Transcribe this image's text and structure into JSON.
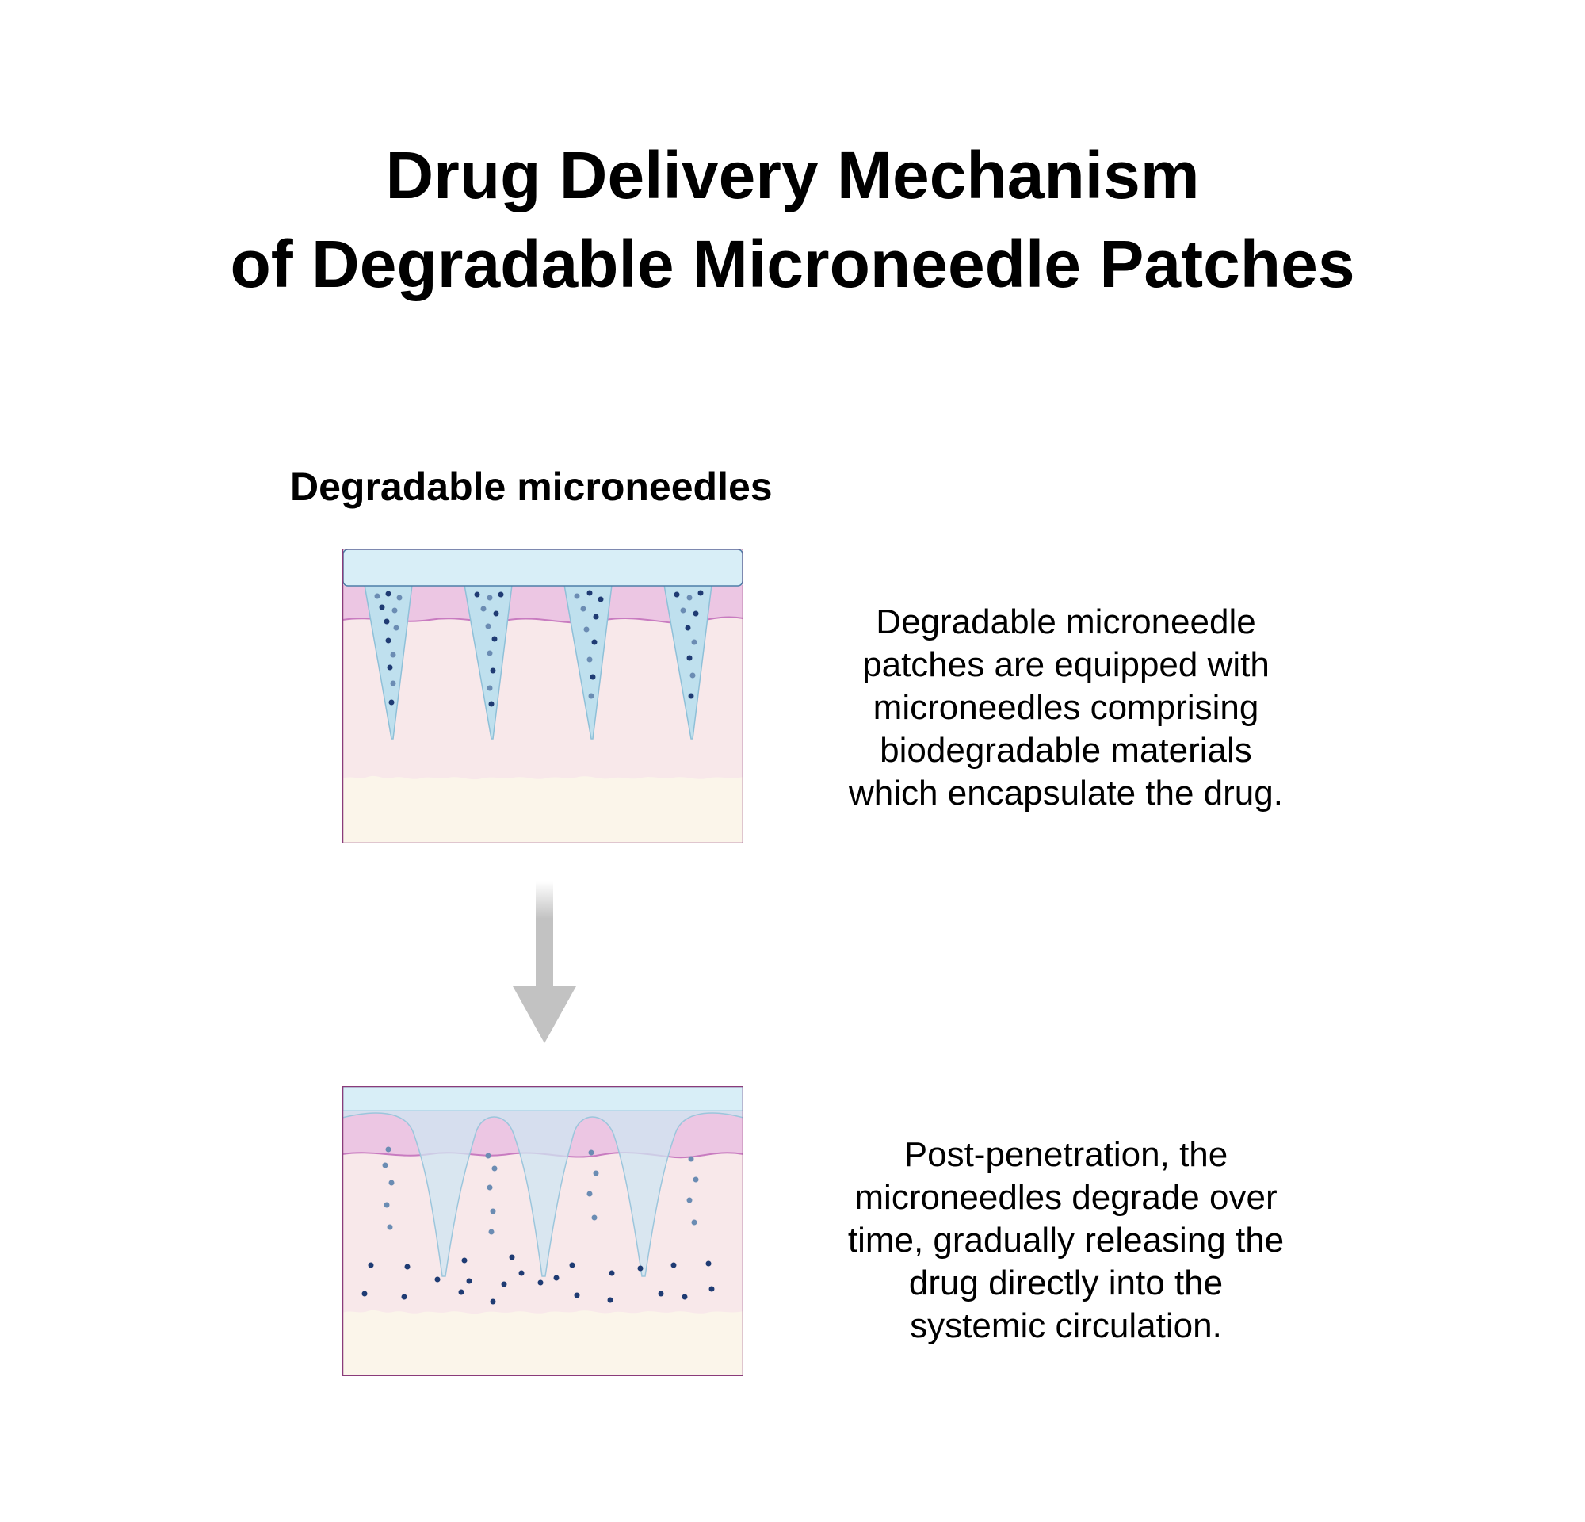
{
  "title": {
    "line1": "Drug Delivery Mechanism",
    "line2": "of Degradable Microneedle Patches"
  },
  "subtitle": "Degradable microneedles",
  "steps": [
    {
      "name": "intact-patch",
      "description": [
        "Degradable microneedle",
        "patches are equipped with",
        "microneedles comprising",
        "biodegradable materials",
        "which encapsulate the drug."
      ]
    },
    {
      "name": "degraded-patch",
      "description": [
        "Post-penetration, the",
        "microneedles degrade over",
        "time, gradually releasing the",
        "drug directly into the",
        "systemic circulation."
      ]
    }
  ],
  "colors": {
    "patch_backing": "#d8eef7",
    "needle": "#bfe0ee",
    "epidermis": "#ecc6e3",
    "dermis": "#f8e8ea",
    "hypodermis": "#fbf5ea",
    "drug_dark": "#1f3b73",
    "drug_light": "#6b8cb3",
    "arrow": "#c2c2c2"
  }
}
